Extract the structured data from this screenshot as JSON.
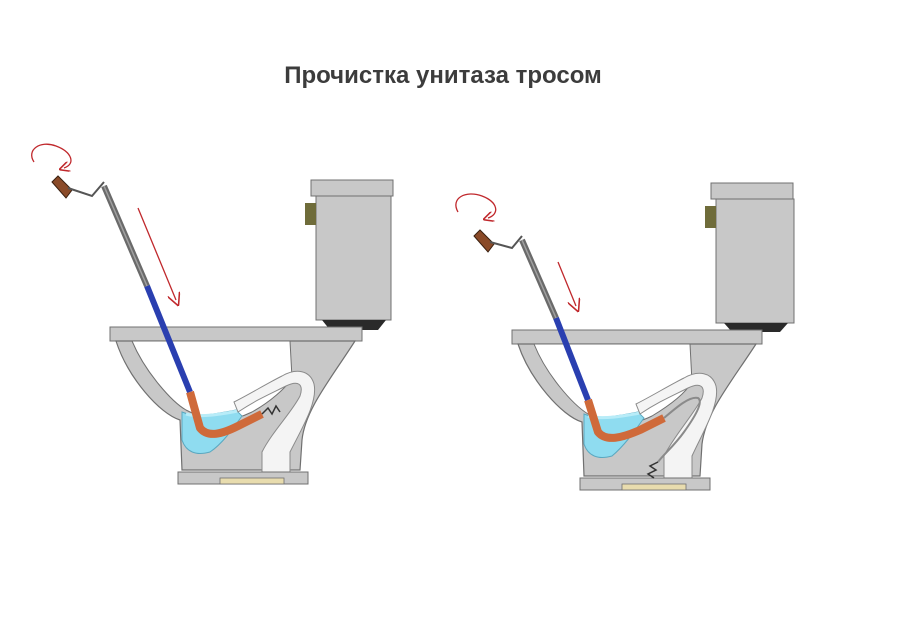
{
  "title": "Прочистка унитаза тросом",
  "colors": {
    "background": "#ffffff",
    "title_text": "#3c3c3c",
    "porcelain": "#c8c8c8",
    "porcelain_stroke": "#707070",
    "channel": "#f4f4f4",
    "water": "#8fdcf0",
    "water_light": "#b8ecf8",
    "cable_sheath": "#2a3fb0",
    "cable_upper": "#6a6a6a",
    "cable_tip": "#cf6a3a",
    "crank_handle": "#8a4a28",
    "motion_arrow": "#c0282c",
    "tank_button": "#6f6c3a",
    "drain_flange": "#e8dcae"
  },
  "icons": {
    "rotation": "rotation-arrow-icon",
    "motion": "downward-arrow-icon",
    "spring": "cable-spring-tip-icon"
  },
  "panels": [
    {
      "id": "left",
      "stage": "cable-entering-drain"
    },
    {
      "id": "right",
      "stage": "cable-reaching-outlet"
    }
  ]
}
